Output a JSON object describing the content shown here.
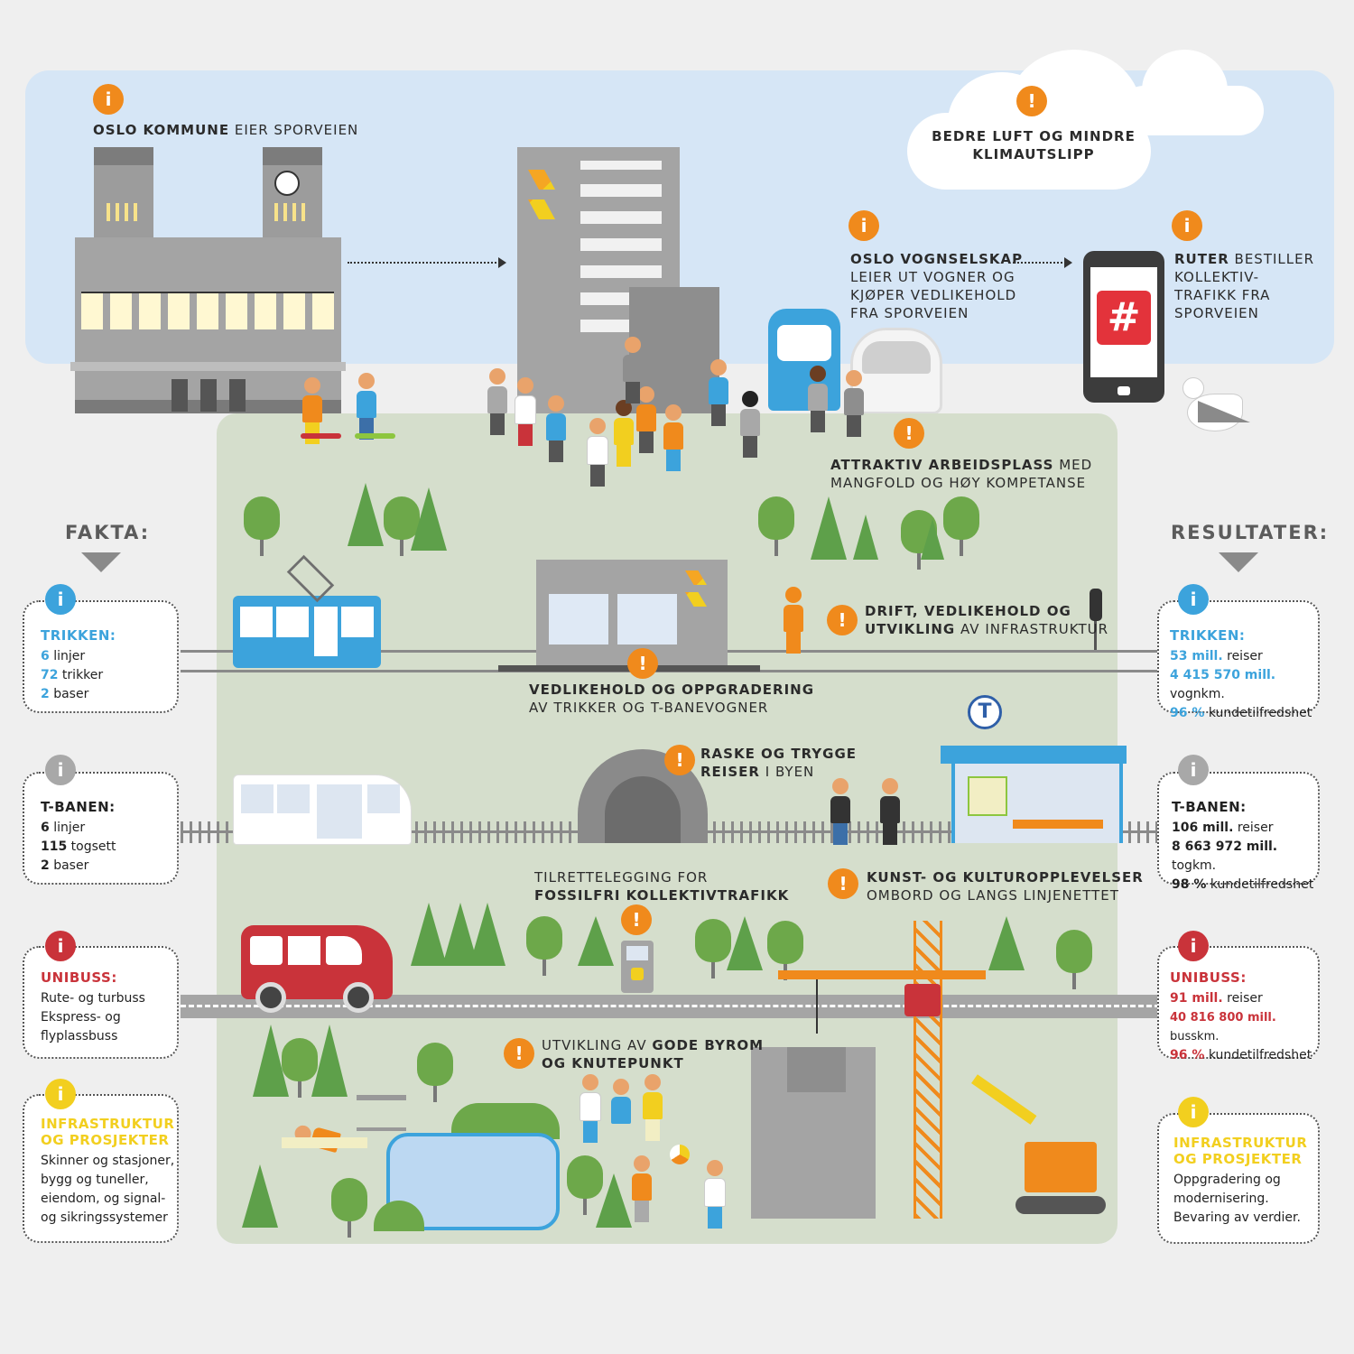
{
  "top": {
    "oslo_kommune_bold": "OSLO KOMMUNE",
    "oslo_kommune_rest": " EIER SPORVEIEN",
    "cloud_text_1": "BEDRE LUFT OG MINDRE",
    "cloud_text_2": "KLIMAUTSLIPP",
    "vognselskap_bold": "OSLO VOGNSELSKAP",
    "vognselskap_l2": "LEIER UT VOGNER OG",
    "vognselskap_l3": "KJØPER VEDLIKEHOLD",
    "vognselskap_l4": "FRA SPORVEIEN",
    "ruter_bold": "RUTER",
    "ruter_l1_rest": " BESTILLER",
    "ruter_l2": "KOLLEKTIV-",
    "ruter_l3": "TRAFIKK FRA",
    "ruter_l4": "SPORVEIEN",
    "app_symbol": "#"
  },
  "middle": {
    "arbeidsplass_bold": "ATTRAKTIV ARBEIDSPLASS",
    "arbeidsplass_rest": " MED",
    "arbeidsplass_l2": "MANGFOLD OG HØY KOMPETANSE",
    "drift_l1": "DRIFT, VEDLIKEHOLD OG",
    "drift_bold2": "UTVIKLING",
    "drift_rest2": " AV INFRASTRUKTUR",
    "vedlikehold_bold": "VEDLIKEHOLD OG OPPGRADERING",
    "vedlikehold_l2": "AV TRIKKER OG T-BANEVOGNER",
    "raske_l1": "RASKE OG TRYGGE",
    "raske_bold2": "REISER",
    "raske_rest2": " I BYEN",
    "tbane_sign": "T",
    "fossil_l1": "TILRETTELEGGING FOR",
    "fossil_bold2": "FOSSILFRI KOLLEKTIVTRAFIKK",
    "kunst_bold": "KUNST- OG KULTUROPPLEVELSER",
    "kunst_l2": "OMBORD OG LANGS LINJENETTET",
    "byrom_l1_plain": "UTVIKLING AV ",
    "byrom_l1_bold": "GODE BYROM",
    "byrom_l2_bold": "OG KNUTEPUNKT"
  },
  "fakta": {
    "heading": "FAKTA:",
    "trikken": {
      "title": "TRIKKEN:",
      "rows": [
        {
          "num": "6",
          "text": " linjer"
        },
        {
          "num": "72",
          "text": " trikker"
        },
        {
          "num": "2",
          "text": " baser"
        }
      ]
    },
    "tbanen": {
      "title": "T-BANEN:",
      "rows": [
        {
          "num": "6",
          "text": " linjer"
        },
        {
          "num": "115",
          "text": " togsett"
        },
        {
          "num": "2",
          "text": " baser"
        }
      ]
    },
    "unibuss": {
      "title": "UNIBUSS:",
      "rows": [
        "Rute- og turbuss",
        "Ekspress- og",
        "flyplassbuss"
      ]
    },
    "infra": {
      "title_l1": "INFRASTRUKTUR",
      "title_l2": "OG PROSJEKTER",
      "rows": [
        "Skinner og stasjoner,",
        "bygg og tuneller,",
        "eiendom, og signal-",
        "og sikringssystemer"
      ]
    }
  },
  "resultater": {
    "heading": "RESULTATER:",
    "trikken": {
      "title": "TRIKKEN:",
      "rows": [
        {
          "num": "53 mill.",
          "text": " reiser"
        },
        {
          "num": "4 415 570 mill.",
          "text": " vognkm."
        },
        {
          "num": "96 %",
          "text": " kundetilfredshet"
        }
      ]
    },
    "tbanen": {
      "title": "T-BANEN:",
      "rows": [
        {
          "num": "106 mill.",
          "text": " reiser"
        },
        {
          "num": "8 663 972 mill.",
          "text": " togkm."
        },
        {
          "num": "98 %",
          "text": " kundetilfredshet"
        }
      ]
    },
    "unibuss": {
      "title": "UNIBUSS:",
      "rows": [
        {
          "num": "91 mill.",
          "text": " reiser"
        },
        {
          "num": "40 816 800 mill.",
          "text": " busskm."
        },
        {
          "num": "96 %",
          "text": " kundetilfredshet"
        }
      ]
    },
    "infra": {
      "title_l1": "INFRASTRUKTUR",
      "title_l2": "OG PROSJEKTER",
      "rows": [
        "Oppgradering og",
        "modernisering.",
        "Bevaring av verdier."
      ]
    }
  },
  "icons": {
    "info": "i",
    "alert": "!"
  },
  "colors": {
    "trikk_blue": "#3ca3dc",
    "tbane_grey": "#a8a8a8",
    "unibuss_red": "#c9333a",
    "infra_yellow": "#f2cf1f",
    "accent_orange": "#f08a1c"
  }
}
